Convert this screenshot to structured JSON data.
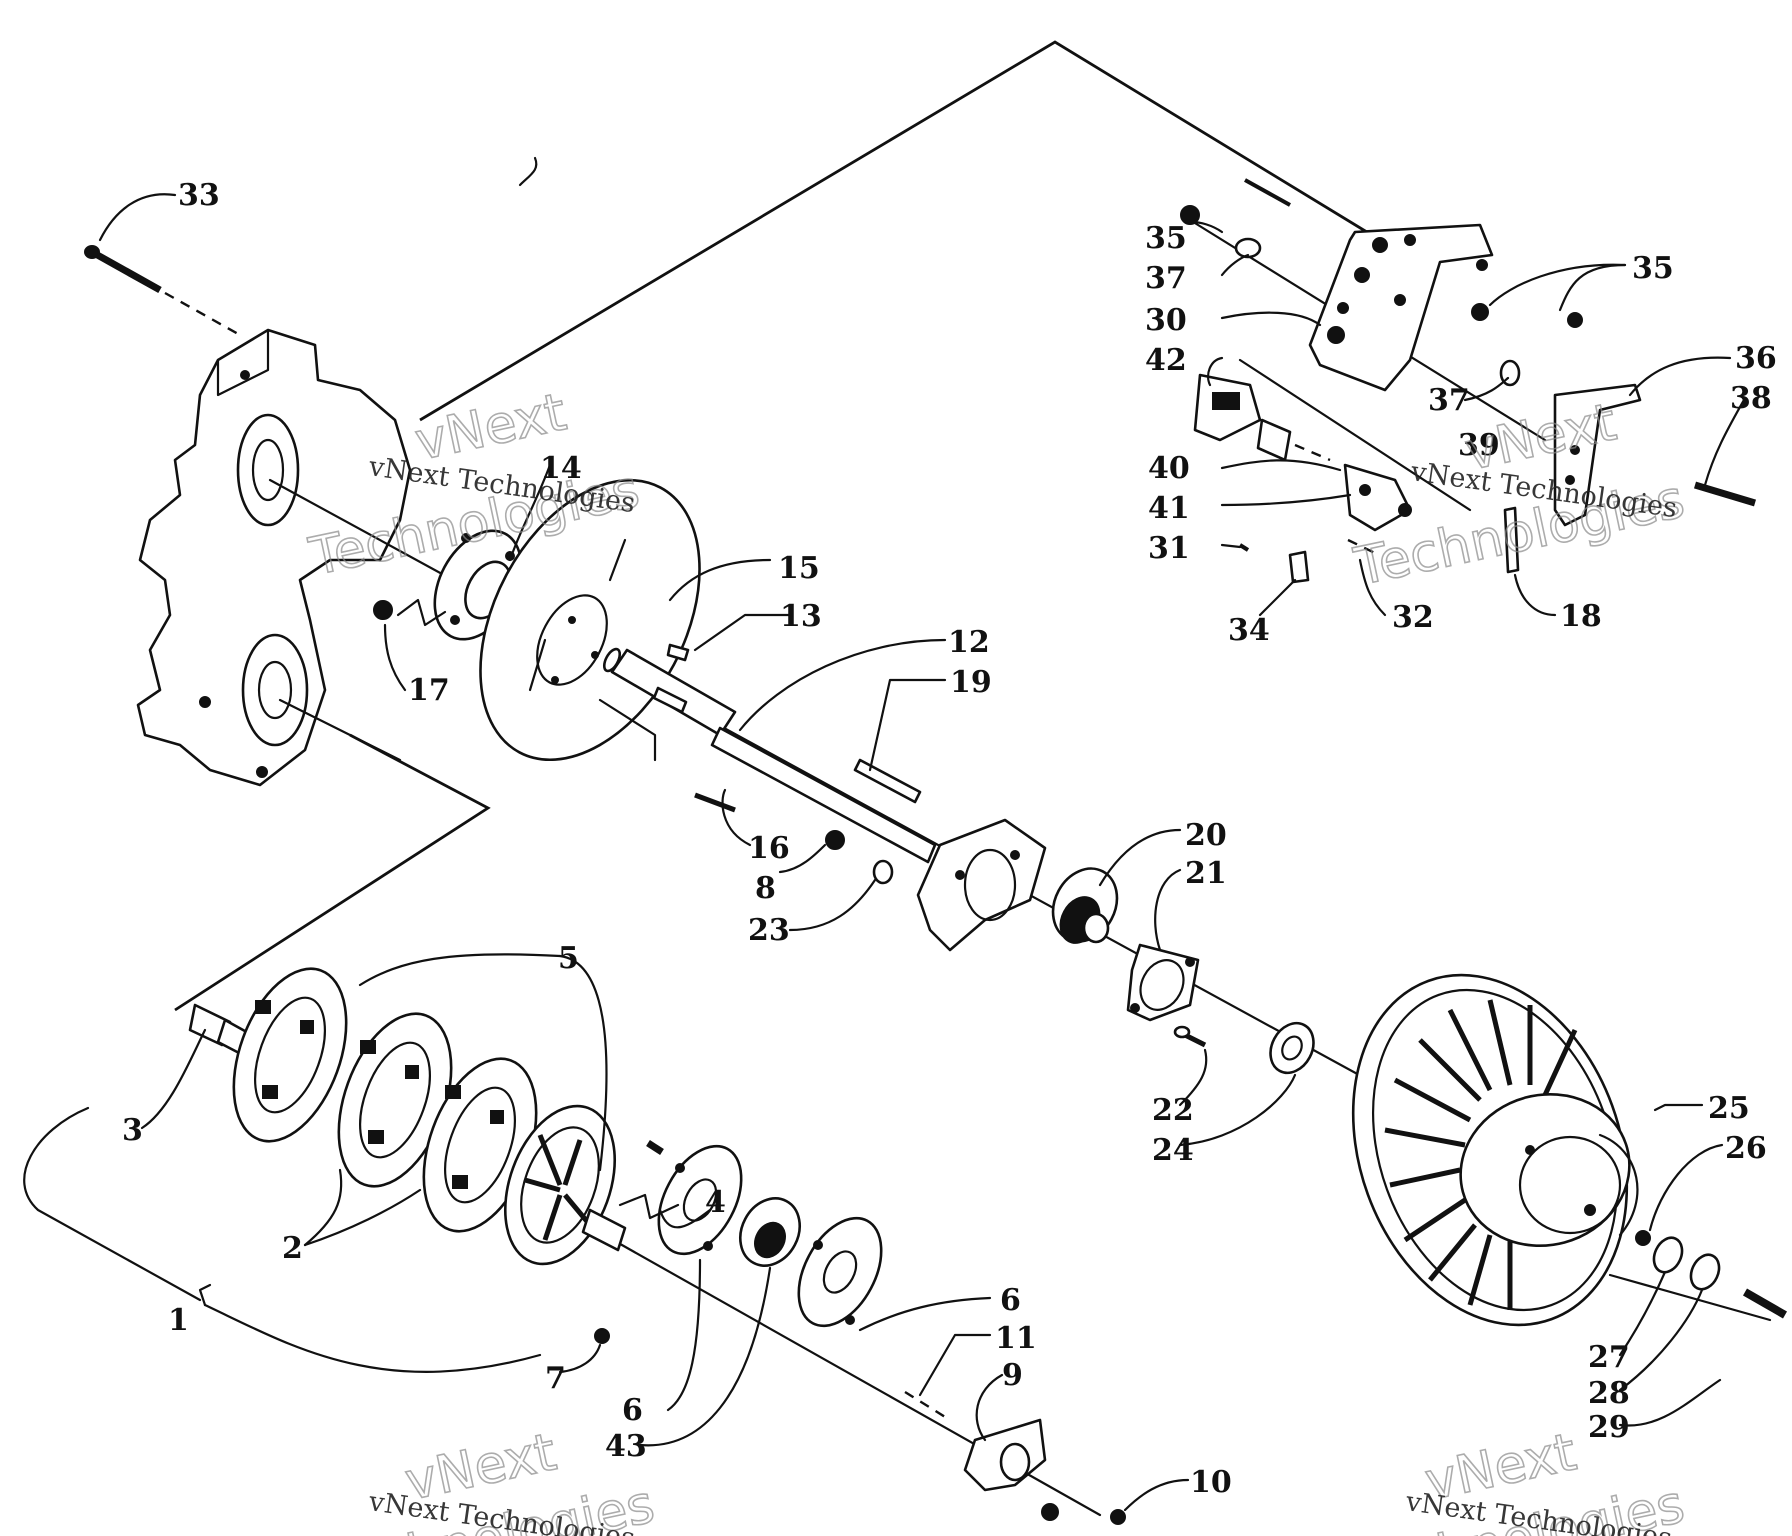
{
  "watermark": {
    "line1": "vNext",
    "line2": "Technologies",
    "small": "vNext Technologies"
  },
  "callouts": [
    {
      "id": "1",
      "text": "1"
    },
    {
      "id": "2",
      "text": "2"
    },
    {
      "id": "3",
      "text": "3"
    },
    {
      "id": "4",
      "text": "4"
    },
    {
      "id": "5",
      "text": "5"
    },
    {
      "id": "6a",
      "text": "6"
    },
    {
      "id": "6b",
      "text": "6"
    },
    {
      "id": "7",
      "text": "7"
    },
    {
      "id": "8",
      "text": "8"
    },
    {
      "id": "9",
      "text": "9"
    },
    {
      "id": "10",
      "text": "10"
    },
    {
      "id": "11",
      "text": "11"
    },
    {
      "id": "12",
      "text": "12"
    },
    {
      "id": "13",
      "text": "13"
    },
    {
      "id": "14",
      "text": "14"
    },
    {
      "id": "15",
      "text": "15"
    },
    {
      "id": "16",
      "text": "16"
    },
    {
      "id": "17",
      "text": "17"
    },
    {
      "id": "18",
      "text": "18"
    },
    {
      "id": "19",
      "text": "19"
    },
    {
      "id": "20",
      "text": "20"
    },
    {
      "id": "21",
      "text": "21"
    },
    {
      "id": "22",
      "text": "22"
    },
    {
      "id": "23",
      "text": "23"
    },
    {
      "id": "24",
      "text": "24"
    },
    {
      "id": "25",
      "text": "25"
    },
    {
      "id": "26",
      "text": "26"
    },
    {
      "id": "27",
      "text": "27"
    },
    {
      "id": "28",
      "text": "28"
    },
    {
      "id": "29",
      "text": "29"
    },
    {
      "id": "30",
      "text": "30"
    },
    {
      "id": "31",
      "text": "31"
    },
    {
      "id": "32",
      "text": "32"
    },
    {
      "id": "33",
      "text": "33"
    },
    {
      "id": "34",
      "text": "34"
    },
    {
      "id": "35a",
      "text": "35"
    },
    {
      "id": "35b",
      "text": "35"
    },
    {
      "id": "36",
      "text": "36"
    },
    {
      "id": "37a",
      "text": "37"
    },
    {
      "id": "37b",
      "text": "37"
    },
    {
      "id": "38",
      "text": "38"
    },
    {
      "id": "39",
      "text": "39"
    },
    {
      "id": "40",
      "text": "40"
    },
    {
      "id": "41",
      "text": "41"
    },
    {
      "id": "42",
      "text": "42"
    },
    {
      "id": "43",
      "text": "43"
    }
  ]
}
